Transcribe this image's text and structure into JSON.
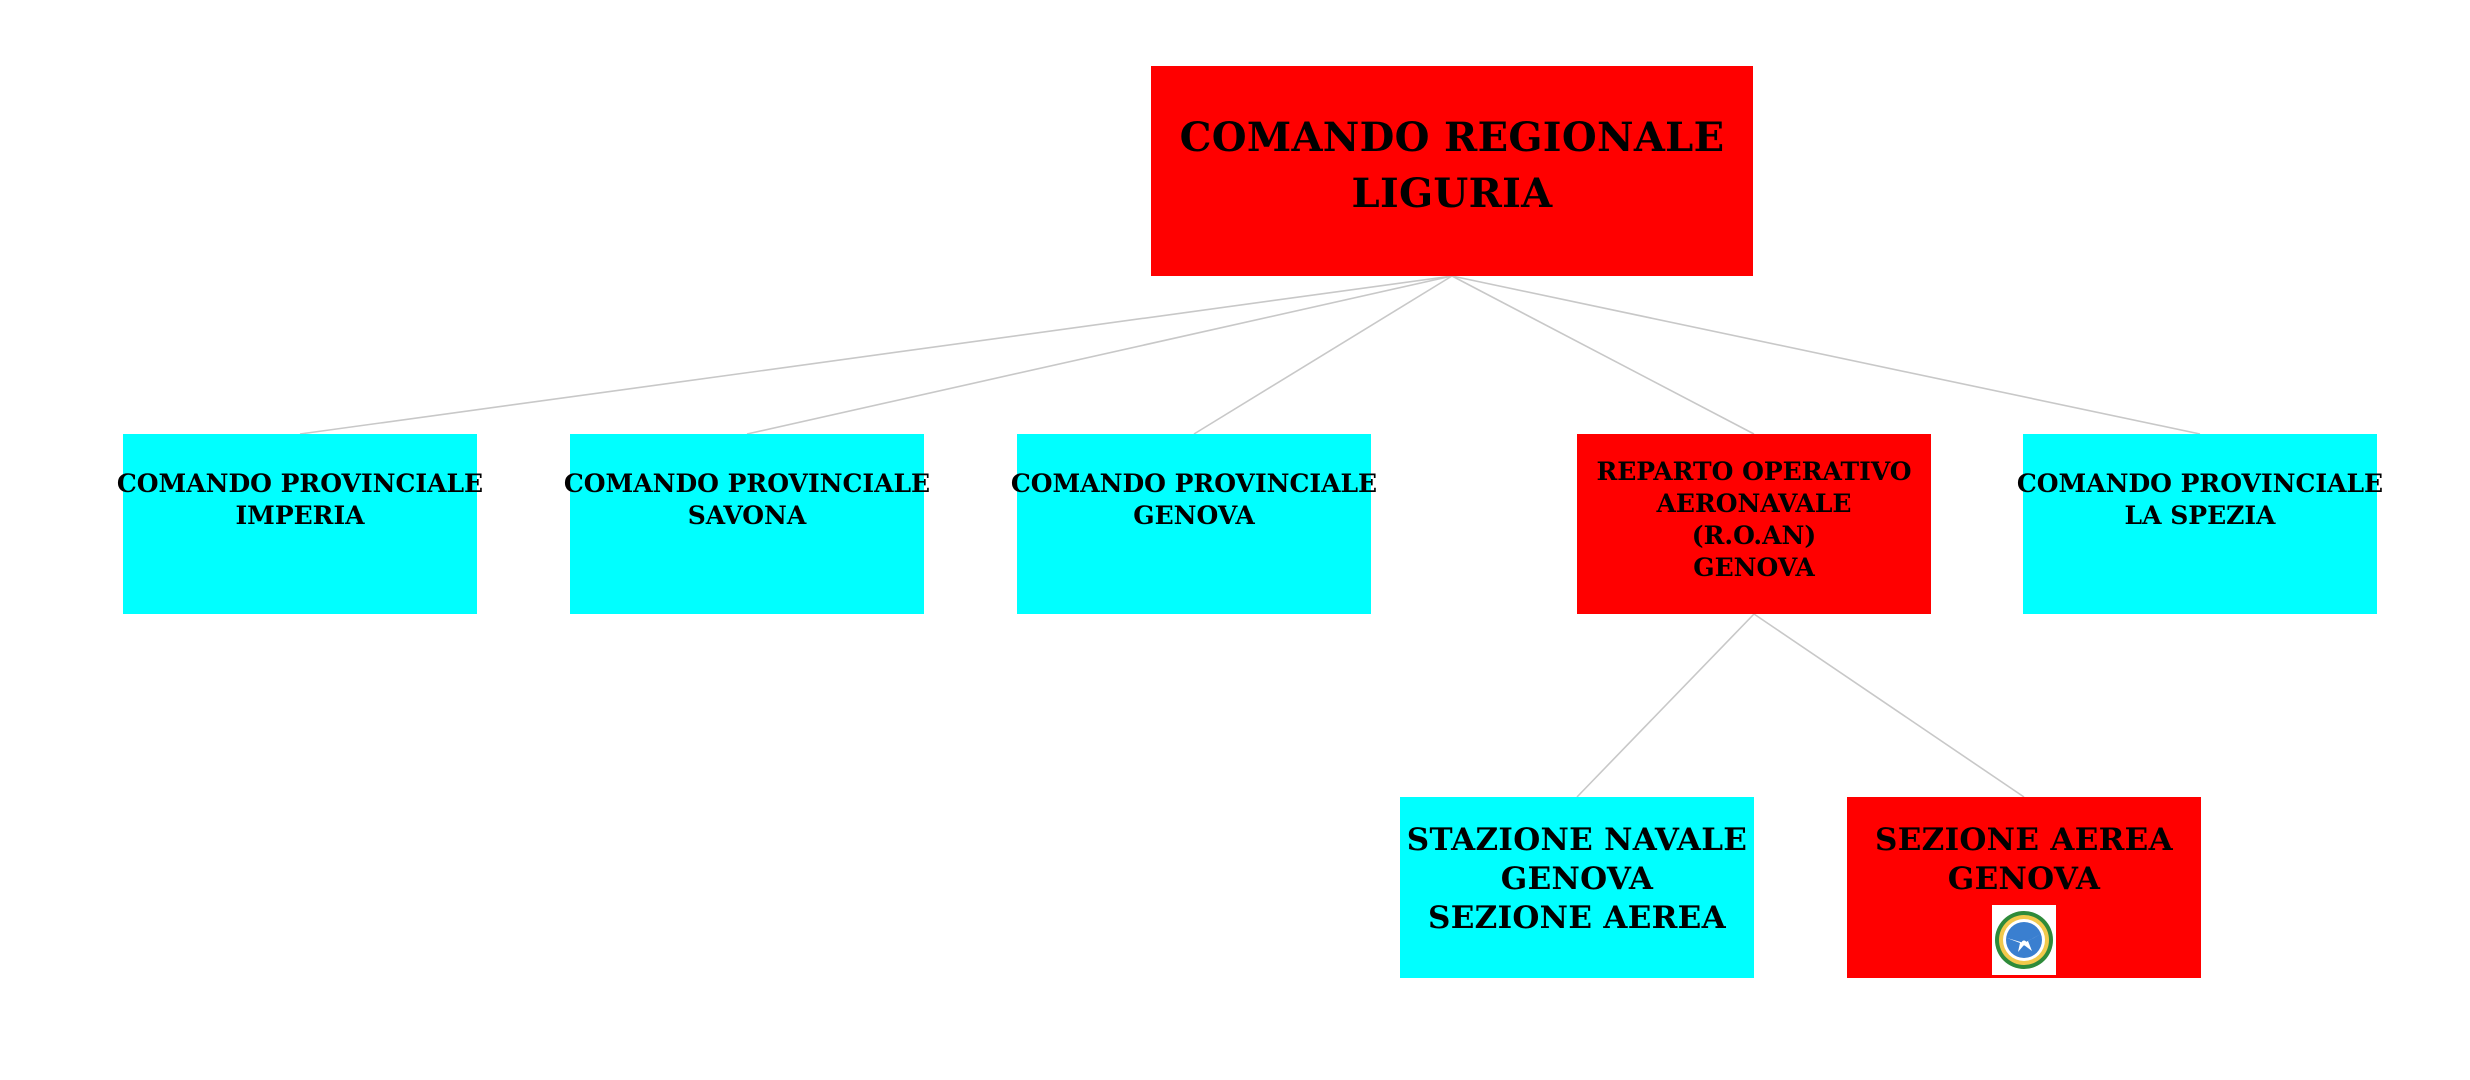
{
  "colors": {
    "red": "#ff0000",
    "cyan": "#00ffff",
    "connector": "#c8c8c8",
    "text": "#000000"
  },
  "nodes": {
    "root": {
      "lines": [
        "COMANDO REGIONALE",
        "LIGURIA"
      ]
    },
    "imperia": {
      "lines": [
        "COMANDO PROVINCIALE",
        "IMPERIA"
      ]
    },
    "savona": {
      "lines": [
        "COMANDO PROVINCIALE",
        "SAVONA"
      ]
    },
    "genova": {
      "lines": [
        "COMANDO PROVINCIALE",
        "GENOVA"
      ]
    },
    "roan": {
      "lines": [
        "REPARTO OPERATIVO",
        "AERONAVALE",
        "(R.O.AN)",
        "GENOVA"
      ]
    },
    "laspezia": {
      "lines": [
        "COMANDO PROVINCIALE",
        "LA SPEZIA"
      ]
    },
    "stazione": {
      "lines": [
        "STAZIONE NAVALE",
        "GENOVA",
        "SEZIONE AEREA"
      ]
    },
    "sezione": {
      "lines": [
        "SEZIONE AEREA",
        "GENOVA"
      ],
      "emblem_icon": "aviation-emblem-icon"
    }
  },
  "edges": [
    [
      "root",
      "imperia"
    ],
    [
      "root",
      "savona"
    ],
    [
      "root",
      "genova"
    ],
    [
      "root",
      "roan"
    ],
    [
      "root",
      "laspezia"
    ],
    [
      "roan",
      "stazione"
    ],
    [
      "roan",
      "sezione"
    ]
  ]
}
